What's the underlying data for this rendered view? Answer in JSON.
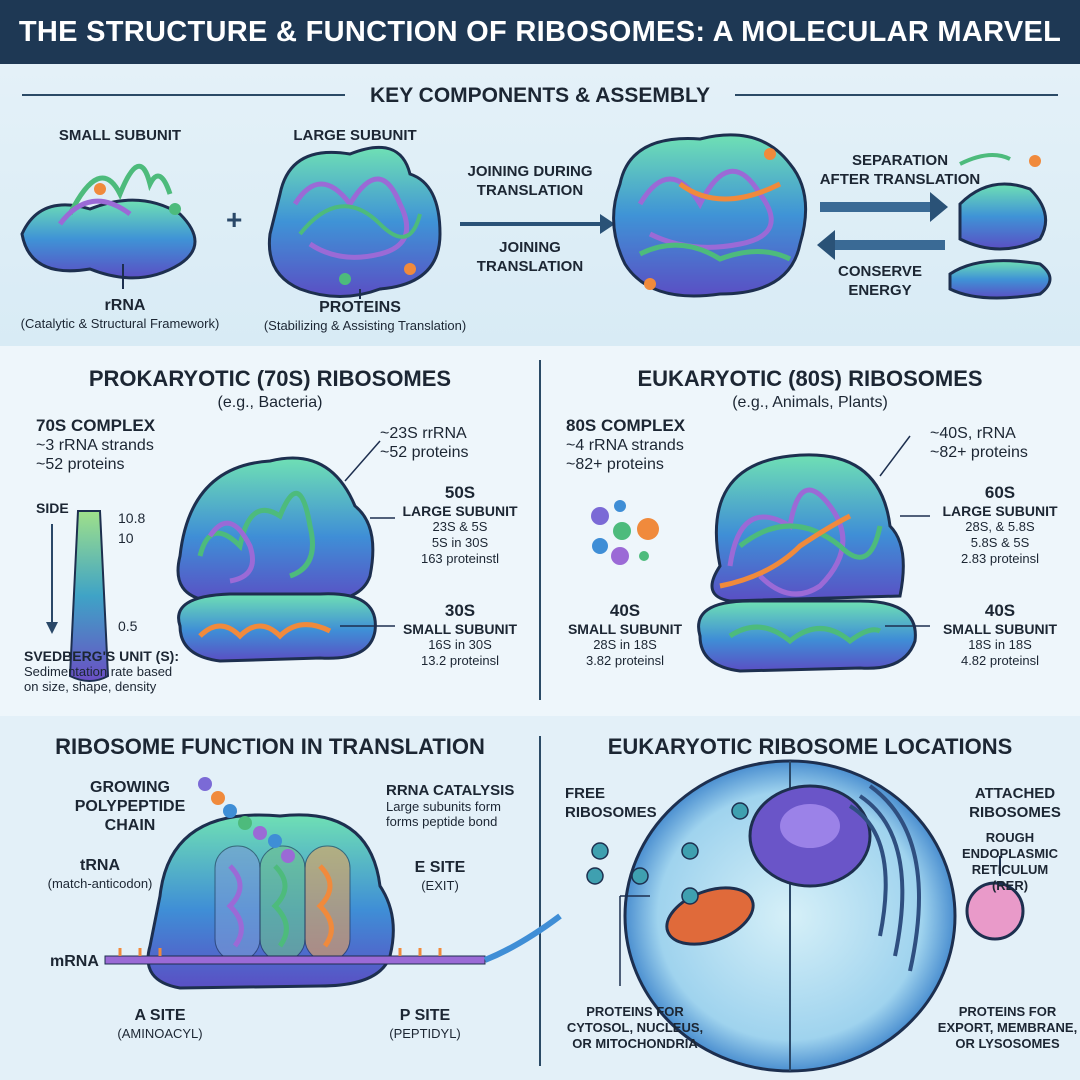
{
  "title": "THE STRUCTURE & FUNCTION OF RIBOSOMES: A MOLECULAR MARVEL",
  "assembly": {
    "heading": "KEY COMPONENTS & ASSEMBLY",
    "small_subunit": "SMALL SUBUNIT",
    "large_subunit": "LARGE SUBUNIT",
    "plus": "+",
    "rrna": "rRNA",
    "rrna_desc": "(Catalytic & Structural Framework)",
    "proteins": "PROTEINS",
    "proteins_desc": "(Stabilizing & Assisting Translation)",
    "joining_during_1": "JOINING DURING",
    "joining_during_2": "TRANSLATION",
    "joining_1": "JOINING",
    "joining_2": "TRANSLATION",
    "separation_1": "SEPARATION",
    "separation_2": "AFTER TRANSLATION",
    "conserve_1": "CONSERVE",
    "conserve_2": "ENERGY"
  },
  "prokaryotic": {
    "heading": "PROKARYOTIC (70S) RIBOSOMES",
    "sub": "(e.g., Bacteria)",
    "complex": "70S COMPLEX",
    "complex_lines": [
      "~3 rRNA strands",
      "~52 proteins"
    ],
    "side": "SIDE",
    "tube_ticks": [
      "10.8",
      "10",
      "0.5"
    ],
    "svedberg": "SVEDBERG'S UNIT (S):",
    "svedberg_desc": [
      "Sedimentation rate based",
      "on size, shape, density"
    ],
    "top_callout": [
      "~23S rrRNA",
      "~52 proteins"
    ],
    "large_s": "50S",
    "large_label": "LARGE SUBUNIT",
    "large_lines": [
      "23S & 5S",
      "5S in 30S",
      "163 proteinstl"
    ],
    "small_s": "30S",
    "small_label": "SMALL SUBUNIT",
    "small_lines": [
      "16S in 30S",
      "13.2 proteinsl"
    ]
  },
  "eukaryotic": {
    "heading": "EUKARYOTIC (80S) RIBOSOMES",
    "sub": "(e.g., Animals, Plants)",
    "complex": "80S COMPLEX",
    "complex_lines": [
      "~4 rRNA strands",
      "~82+ proteins"
    ],
    "top_callout": [
      "~40S, rRNA",
      "~82+ proteins"
    ],
    "large_s": "60S",
    "large_label": "LARGE SUBUNIT",
    "large_lines": [
      "28S, & 5.8S",
      "5.8S & 5S",
      "2.83 proteinsl"
    ],
    "left_small_s": "40S",
    "left_small_label": "SMALL SUBUNIT",
    "left_small_lines": [
      "28S in 18S",
      "3.82 proteinsl"
    ],
    "small_s": "40S",
    "small_label": "SMALL SUBUNIT",
    "small_lines": [
      "18S in 18S",
      "4.82 proteinsl"
    ]
  },
  "translation": {
    "heading": "RIBOSOME FUNCTION IN TRANSLATION",
    "growing": [
      "GROWING",
      "POLYPEPTIDE",
      "CHAIN"
    ],
    "trna": "tRNA",
    "trna_desc": "(match-anticodon)",
    "mrna": "mRNA",
    "a_site": "A SITE",
    "a_desc": "(AMINOACYL)",
    "rrna_cat": "rRNA CATALYSIS",
    "rrna_cat_desc": [
      "Large subunits form",
      "forms peptide bond"
    ],
    "e_site": "E SITE",
    "e_desc": "(EXIT)",
    "p_site": "P SITE",
    "p_desc": "(PEPTIDYL)"
  },
  "locations": {
    "heading": "EUKARYOTIC RIBOSOME LOCATIONS",
    "free": [
      "FREE",
      "RIBOSOMES"
    ],
    "attached": [
      "ATTACHED",
      "RIBOSOMES"
    ],
    "rer": [
      "ROUGH",
      "ENDOPLASMIC",
      "RETICULUM",
      "(RER)"
    ],
    "free_proteins": [
      "PROTEINS FOR",
      "CYTOSOL, NUCLEUS,",
      "OR MITOCHONDRIA"
    ],
    "attached_proteins": [
      "PROTEINS FOR",
      "EXPORT, MEMBRANE,",
      "OR LYSOSOMES"
    ]
  },
  "colors": {
    "title_bg": "#1e3854",
    "blob_green": "#5fd1a8",
    "blob_blue": "#3e7fd0",
    "blob_purple": "#6a55c8",
    "rna_orange": "#f08a3c",
    "rna_purple": "#9b6ad6",
    "rna_green": "#4dbb7c"
  }
}
